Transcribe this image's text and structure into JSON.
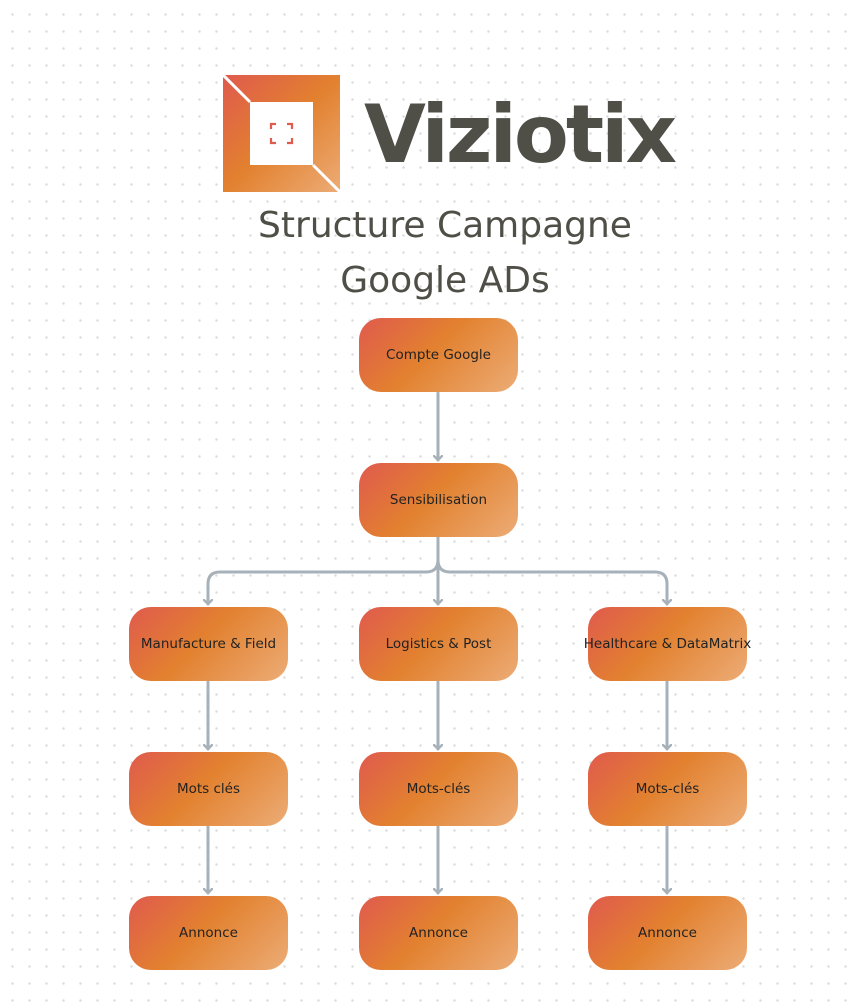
{
  "brand": {
    "name": "Viziotix"
  },
  "title": {
    "line1": "Structure Campagne",
    "line2": "Google ADs"
  },
  "nodes": {
    "root": "Compte Google",
    "level1": "Sensibilisation",
    "branches": [
      {
        "label": "Manufacture & Field",
        "keywords": "Mots clés",
        "ad": "Annonce"
      },
      {
        "label": "Logistics & Post",
        "keywords": "Mots-clés",
        "ad": "Annonce"
      },
      {
        "label": "Healthcare & DataMatrix",
        "keywords": "Mots-clés",
        "ad": "Annonce"
      }
    ]
  },
  "colors": {
    "gradient_start": "#e05a4e",
    "gradient_mid": "#e2812f",
    "gradient_end": "#ecac76",
    "connector": "#a7b1ba",
    "text_dark": "#4f4f47"
  }
}
